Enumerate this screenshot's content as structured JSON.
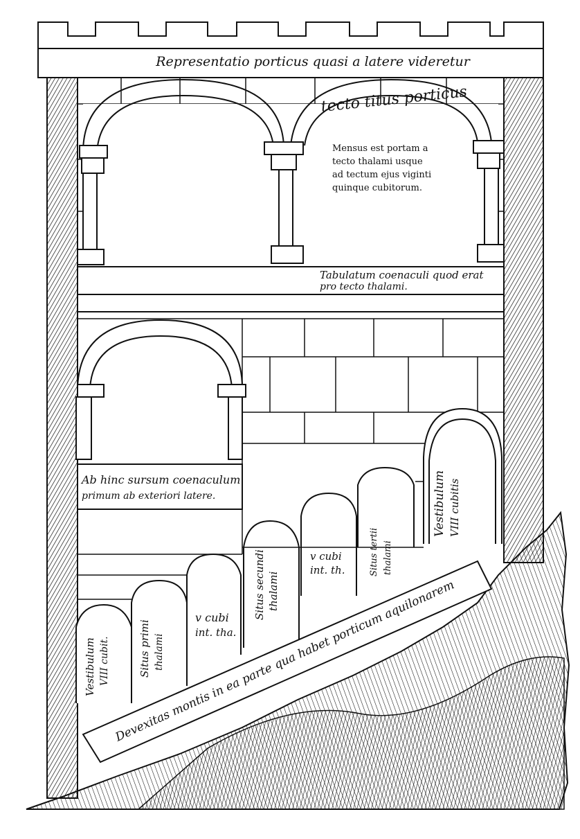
{
  "banner": "Representatio porticus quasi a latere videretur",
  "arch_label": "tecto titus porticus",
  "measure_note": [
    "Mensus est portam a",
    "tecto thalami usque",
    "ad tectum ejus viginti",
    "quinque cubitorum."
  ],
  "tabulatum": [
    "Tabulatum coenaculi quod erat",
    "pro tecto thalami."
  ],
  "abhinc": [
    "Ab hinc sursum coenaculum",
    "primum ab exteriori latere."
  ],
  "vestibulum_right": [
    "Vestibulum",
    "VIII cubitis"
  ],
  "vestibulum_left": [
    "Vestibulum",
    "VIII cubit."
  ],
  "situs_primi": [
    "Situs primi",
    "thalami"
  ],
  "v_cubi_1": [
    "v cubi",
    "int. tha."
  ],
  "situs_secundi": [
    "Situs secundi",
    "thalami"
  ],
  "v_cubi_2": [
    "v cubi",
    "int. th."
  ],
  "situs_tertii": [
    "Situs tertii",
    "thalami"
  ],
  "devexitas": "Devexitas montis in ea parte qua habet porticum aquilonarem"
}
